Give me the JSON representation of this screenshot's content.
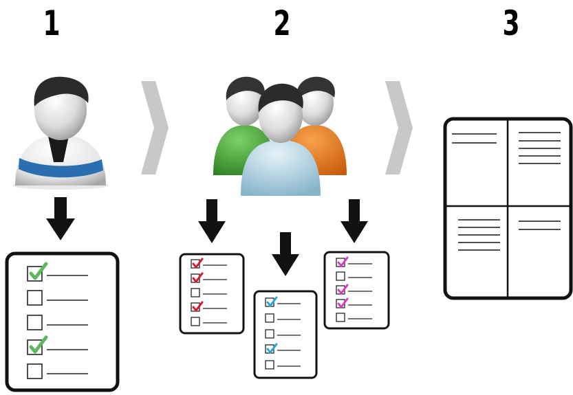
{
  "steps": [
    {
      "number": "1",
      "figure": "single-person-icon",
      "checklists": 1
    },
    {
      "number": "2",
      "figure": "group-of-people-icon",
      "checklists": 3
    },
    {
      "number": "3",
      "figure": "four-quadrant-board"
    }
  ],
  "colors": {
    "check_step1": "#5cb85c",
    "check_step2_red": "#d9182d",
    "check_step2_blue": "#2aa7d6",
    "check_step2_magenta": "#d63cc4",
    "chevron": "#c8c8c8",
    "person_green": "#3a9a2c",
    "person_orange": "#e57417",
    "person_lightblue": "#a9cfe0",
    "person_sash": "#2a6fb0"
  }
}
